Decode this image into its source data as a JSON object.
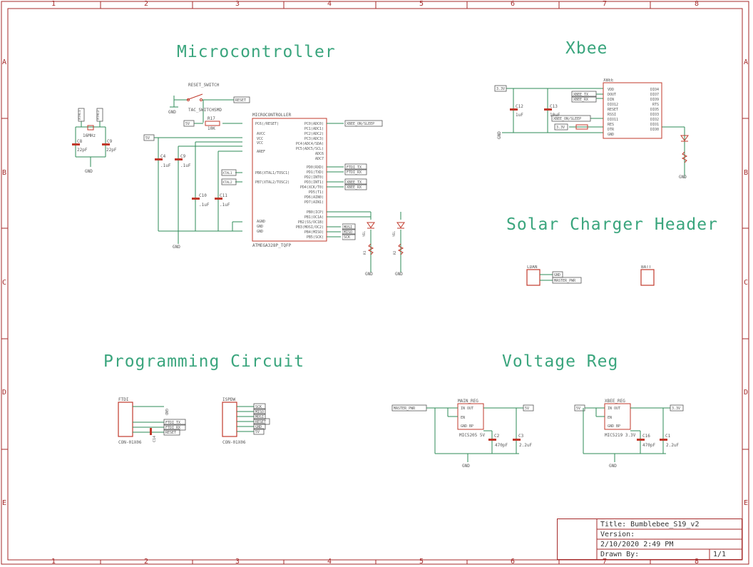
{
  "frame": {
    "cols": [
      "1",
      "2",
      "3",
      "4",
      "5",
      "6",
      "7",
      "8"
    ],
    "rows": [
      "A",
      "B",
      "C",
      "D",
      "E"
    ]
  },
  "sections": {
    "microcontroller": "Microcontroller",
    "xbee": "Xbee",
    "solar": "Solar Charger Header",
    "programming": "Programming Circuit",
    "voltage_reg": "Voltage Reg"
  },
  "microcontroller": {
    "chip_label": "MICROCONTROLLER",
    "chip_part": "ATMEGA328P_TQFP",
    "reset_switch": "RESET_SWITCH",
    "switch_part": "TAC_SWITCHSMD",
    "reset_net": "RESET",
    "crystal": "16MHz",
    "c8": "C8",
    "c8_val": "22pF",
    "c9": "C9",
    "c9_val": "22pF",
    "c4": "C4",
    "c4_val": ".1uF",
    "c9b": "C9",
    "c9b_val": ".1uF",
    "c10": "C10",
    "c10_val": ".1uF",
    "c11": "C11",
    "c11_val": ".1uF",
    "r17": "R17",
    "r17_val": "10K",
    "net_5v": "5V",
    "gnd": "GND",
    "xtal1": "XTAL1",
    "xtal2": "XTAL2",
    "left_pins": [
      "PC6(/RESET)",
      "AVCC",
      "VCC",
      "VCC",
      "AREF",
      "AGND",
      "GND",
      "GND",
      "PB6(XTAL1/TOSC1)",
      "PB7(XTAL2/TOSC2)"
    ],
    "right_pins": [
      "PC0(ADC0)",
      "PC1(ADC1)",
      "PC2(ADC2)",
      "PC3(ADC3)",
      "PC4(ADC4/SDA)",
      "PC5(ADC5/SCL)",
      "ADC6",
      "ADC7",
      "PD0(RXD)",
      "PD1(TXD)",
      "PD2(INT0)",
      "PD3(INT1)",
      "PD4(XCK/T0)",
      "PD5(T1)",
      "PD6(AIN0)",
      "PD7(AIN1)",
      "PB0(ICP)",
      "PB1(OC1A)",
      "PB2(SS/OC1B)",
      "PB3(MOSI/OC2)",
      "PB4(MISO)",
      "PB5(SCK)"
    ],
    "nets_right": [
      "XBEE_ON/SLEEP",
      "FTDI_TX",
      "FTDI_RX",
      "XBEE_TX",
      "XBEE_RX",
      "MOSI",
      "MISO",
      "SCK"
    ]
  },
  "xbee_block": {
    "part": "XBEE",
    "c12": "C12",
    "c12_val": "1uF",
    "c13": "C13",
    "c13_val": "10uF",
    "net_33v": "3.3V",
    "nets": [
      "XBEE_TX",
      "XBEE_RX",
      "XBEE_ON/SLEEP"
    ],
    "pins_left": [
      "VDD",
      "DOUT",
      "DIN",
      "DIO12",
      "RESET",
      "RSSI",
      "DIO11",
      "RES",
      "DTR",
      "GND"
    ],
    "pins_right": [
      "DIO4",
      "DIO7",
      "DIO9",
      "RTS",
      "DIO5",
      "DIO3",
      "DIO2",
      "DIO1",
      "DIO0"
    ]
  },
  "solar_block": {
    "ldan": "LDAN",
    "batt": "BATT",
    "gnd": "GND",
    "master_pwr": "MASTER_PWR"
  },
  "programming_block": {
    "ftdi": "FTDI",
    "ftdi_part": "CON-01X06",
    "isp": "ISPDW",
    "isp_part": "CON-01X06",
    "ftdi_nets": [
      "GND",
      "FTDI_TX",
      "FTDI_RX",
      "RESET"
    ],
    "isp_nets": [
      "SCK",
      "MISO",
      "MOSI",
      "RESET",
      "GND",
      "5V"
    ],
    "c14": "C14"
  },
  "voltage_block": {
    "main_reg": "MAIN_REG",
    "main_part": "MIC5205 5V",
    "xbee_reg": "XBEE_REG",
    "xbee_part": "MIC5219 3.3V",
    "in": "IN",
    "out": "OUT",
    "en": "EN",
    "gnd_bp": "GND BP",
    "master_pwr": "MASTER_PWR",
    "v5": "5V",
    "v33": "3.3V",
    "c2": "C2",
    "c2_val": "470pF",
    "c3": "C3",
    "c3_val": "2.2uF",
    "c16": "C16",
    "c16_val": "470pF",
    "c1": "C1",
    "c1_val": "2.2uF",
    "gnd": "GND"
  },
  "title_block": {
    "title": "Title: Bumblebee_S19_v2",
    "version": "Version:",
    "date": "2/10/2020 2:49 PM",
    "drawn_by": "Drawn By:",
    "sheet": "1/1"
  },
  "colors": {
    "frame": "#a52a2a",
    "wire": "#2e8b57",
    "component": "#c0392b",
    "section_title": "#3aa57d"
  }
}
